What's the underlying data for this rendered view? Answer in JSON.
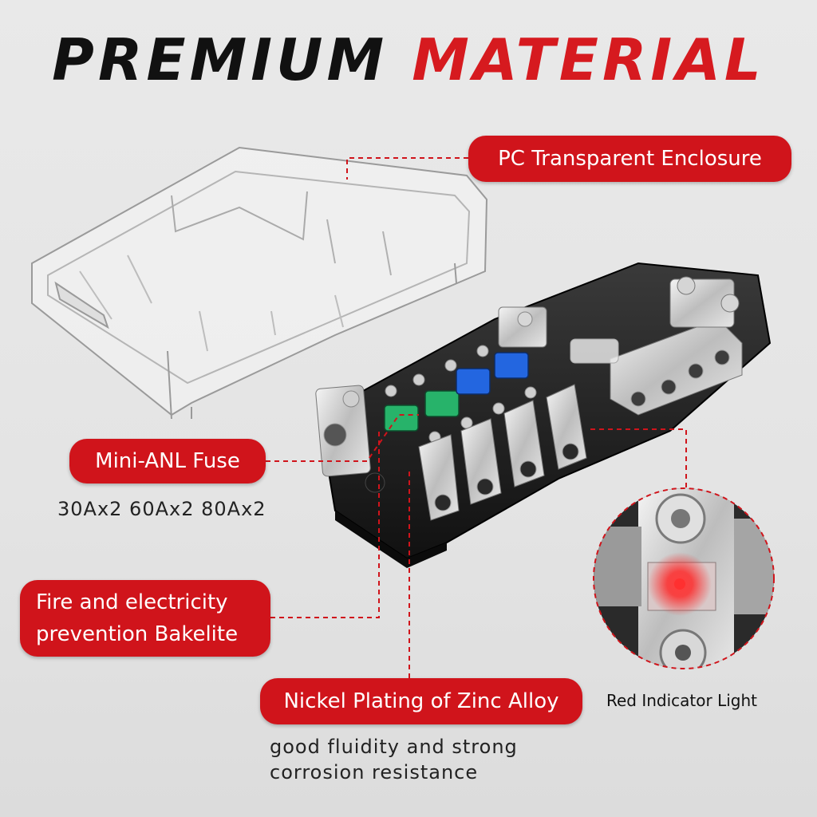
{
  "title": {
    "word1": "PREMIUM",
    "word2": "MATERIAL"
  },
  "callouts": {
    "enclosure": {
      "label": "PC Transparent Enclosure"
    },
    "fuse": {
      "label": "Mini-ANL Fuse",
      "note": "30Ax2 60Ax2 80Ax2"
    },
    "bakelite": {
      "label_line1": "Fire and electricity",
      "label_line2": "prevention Bakelite"
    },
    "zinc": {
      "label": "Nickel Plating of Zinc Alloy",
      "note_line1": "good fluidity and strong",
      "note_line2": "corrosion resistance"
    }
  },
  "inset": {
    "caption": "Red Indicator Light"
  },
  "colors": {
    "accent": "#d0141b",
    "title_dark": "#111111",
    "title_red": "#d61a1f"
  }
}
